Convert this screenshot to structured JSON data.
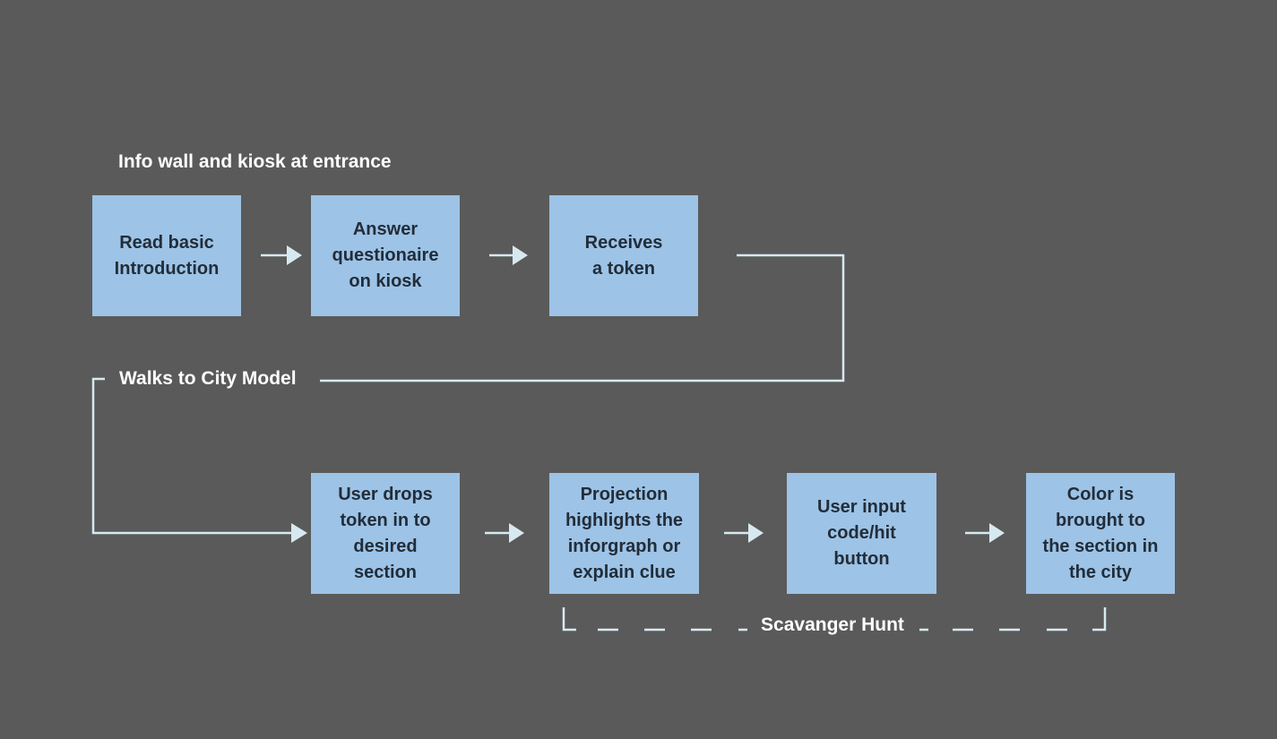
{
  "section_labels": {
    "entrance": "Info wall and kiosk at entrance",
    "walk": "Walks to City Model",
    "scavenger_hunt": "Scavanger Hunt"
  },
  "nodes": [
    {
      "id": "read-basic-introduction",
      "text": "Read basic\nIntroduction"
    },
    {
      "id": "answer-questionaire-on-kiosk",
      "text": "Answer\nquestionaire\non kiosk"
    },
    {
      "id": "receives-a-token",
      "text": "Receives\na token"
    },
    {
      "id": "user-drops-token",
      "text": "User drops\ntoken in to\ndesired\nsection"
    },
    {
      "id": "projection-highlights",
      "text": "Projection\nhighlights the\ninforgraph or\nexplain clue"
    },
    {
      "id": "user-input-code",
      "text": "User input\ncode/hit\nbutton"
    },
    {
      "id": "color-brought-to-section",
      "text": "Color is\nbrought to\nthe section in\nthe city"
    }
  ],
  "colors": {
    "background": "#5a5a5a",
    "node_fill": "#9dc3e6",
    "node_text": "#222d39",
    "label_text": "#ffffff",
    "connector": "#d7e9f0"
  }
}
